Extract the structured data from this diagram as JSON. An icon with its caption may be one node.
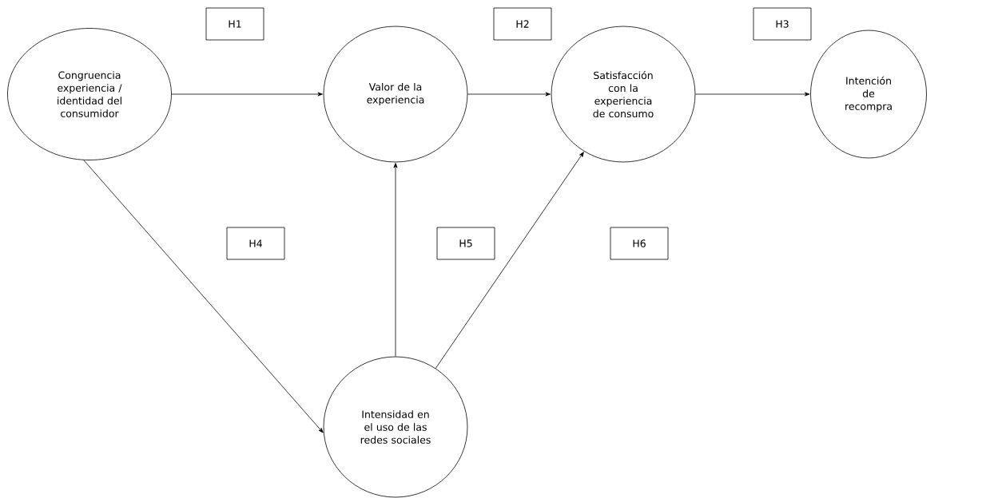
{
  "diagram": {
    "nodes": [
      {
        "text": [
          "Congruencia experiencia / identidad del consumidor"
        ]
      },
      {
        "text": [
          "Valor de la experiencia"
        ]
      },
      {
        "text": [
          "Satisfacción con la experiencia de consumo"
        ]
      },
      {
        "text": [
          "Intención de recompra"
        ]
      },
      {
        "text": [
          "Intensidad en el uso de las redes sociales"
        ]
      },
      {
        "text": [
          "H1"
        ]
      },
      {
        "text": [
          "H2"
        ]
      },
      {
        "text": [
          "H3"
        ]
      },
      {
        "text": [
          "H4"
        ]
      },
      {
        "text": [
          "H5"
        ]
      },
      {
        "text": [
          "H6"
        ]
      }
    ],
    "edges": [
      {
        "from": 0,
        "to": 1,
        "arrow": "to"
      },
      {
        "from": 1,
        "to": 2,
        "arrow": "to"
      },
      {
        "from": 2,
        "to": 3,
        "arrow": "to"
      },
      {
        "from": 0,
        "to": 4,
        "arrow": "to"
      },
      {
        "from": 4,
        "to": 1,
        "arrow": "to"
      },
      {
        "from": 4,
        "to": 2,
        "arrow": "to"
      }
    ]
  }
}
